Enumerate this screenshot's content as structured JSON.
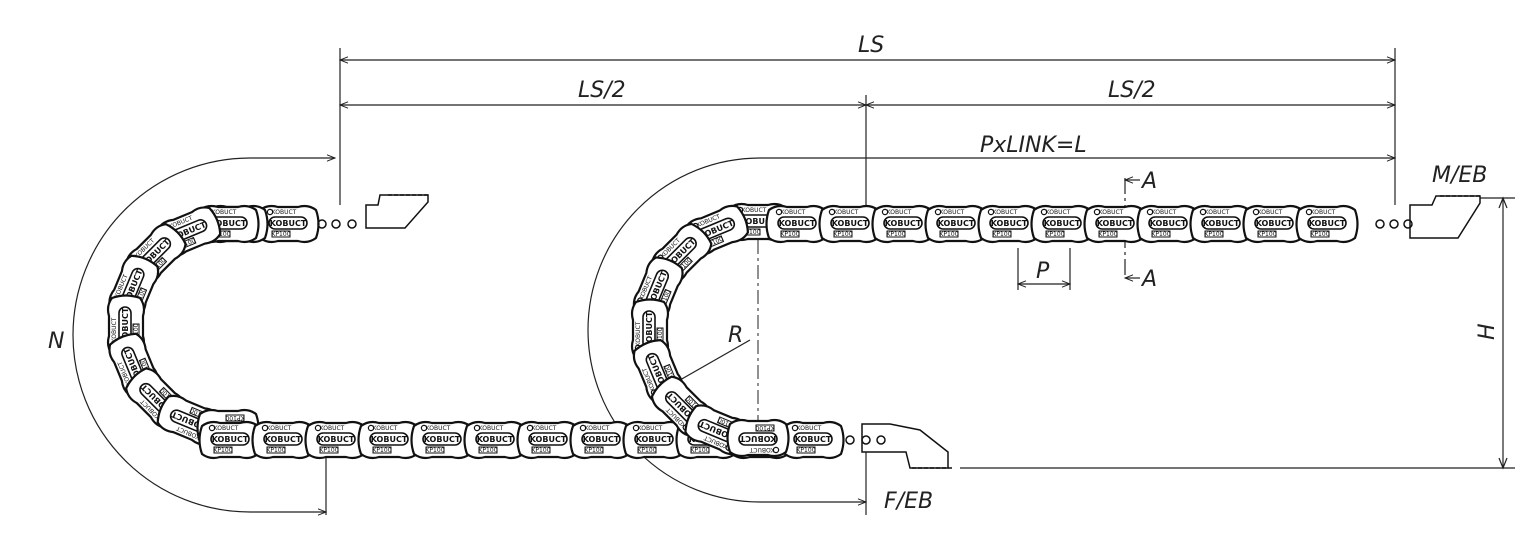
{
  "labels": {
    "ls": "LS",
    "ls_half_left": "LS/2",
    "ls_half_right": "LS/2",
    "pxlink": "PxLINK=L",
    "me": "M/EB",
    "fe": "F/EB",
    "section_top": "A",
    "section_bottom": "A",
    "pitch": "P",
    "radius": "R",
    "height": "H",
    "n": "N"
  },
  "link_text": {
    "logo": "KOBUCT",
    "model": "KP100"
  },
  "colors": {
    "line": "#222222",
    "link_fill": "#ffffff",
    "link_stroke": "#111111"
  }
}
